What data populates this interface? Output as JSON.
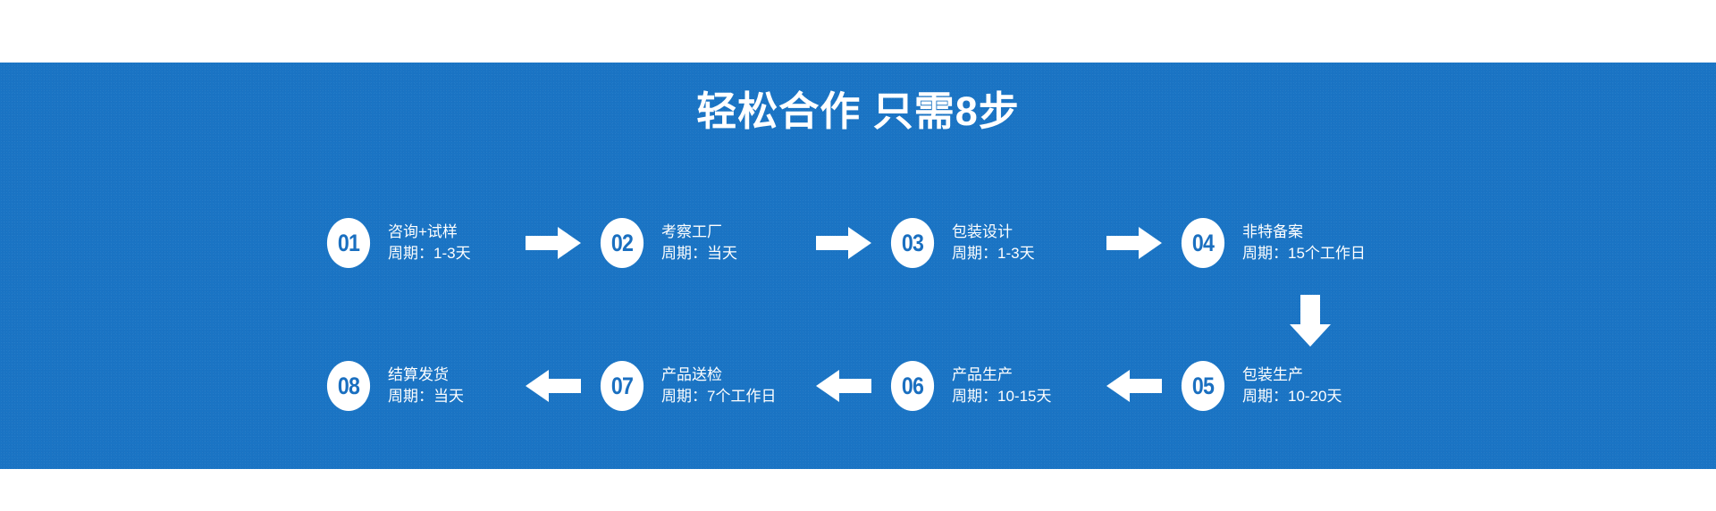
{
  "banner": {
    "background_color": "#1a74c4",
    "text_color": "#ffffff",
    "badge_text_color": "#1a6fc0",
    "title": "轻松合作 只需8步"
  },
  "steps": [
    {
      "number": "01",
      "title": "咨询+试样",
      "cycle": "周期：1-3天"
    },
    {
      "number": "02",
      "title": "考察工厂",
      "cycle": "周期：当天"
    },
    {
      "number": "03",
      "title": "包装设计",
      "cycle": "周期：1-3天"
    },
    {
      "number": "04",
      "title": "非特备案",
      "cycle": "周期：15个工作日"
    },
    {
      "number": "05",
      "title": "包装生产",
      "cycle": "周期：10-20天"
    },
    {
      "number": "06",
      "title": "产品生产",
      "cycle": "周期：10-15天"
    },
    {
      "number": "07",
      "title": "产品送检",
      "cycle": "周期：7个工作日"
    },
    {
      "number": "08",
      "title": "结算发货",
      "cycle": "周期：当天"
    }
  ],
  "connectors": [
    {
      "id": "c1",
      "direction": "right",
      "from": "01",
      "to": "02"
    },
    {
      "id": "c2",
      "direction": "right",
      "from": "02",
      "to": "03"
    },
    {
      "id": "c3",
      "direction": "right",
      "from": "03",
      "to": "04"
    },
    {
      "id": "c4",
      "direction": "down",
      "from": "04",
      "to": "05"
    },
    {
      "id": "c5",
      "direction": "left",
      "from": "05",
      "to": "06"
    },
    {
      "id": "c6",
      "direction": "left",
      "from": "06",
      "to": "07"
    },
    {
      "id": "c7",
      "direction": "left",
      "from": "07",
      "to": "08"
    }
  ]
}
